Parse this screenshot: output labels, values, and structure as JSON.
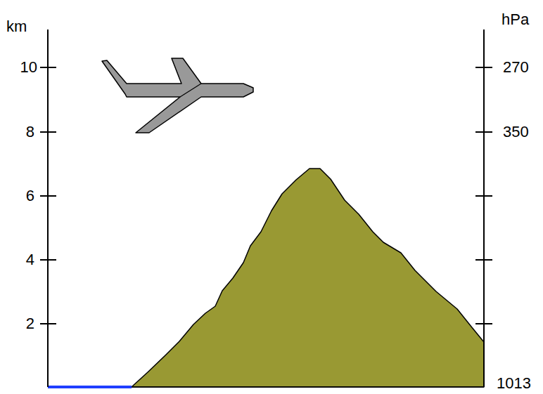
{
  "diagram": {
    "labels": [
      "km",
      "hPa",
      "10",
      "270",
      "8",
      "350",
      "6",
      "4",
      "2",
      "1013"
    ]
  }
}
